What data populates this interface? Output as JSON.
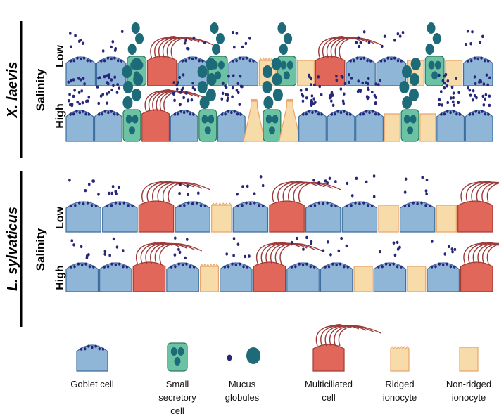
{
  "species": [
    {
      "name": "X. laevis",
      "axis_label": "Salinity",
      "rows": [
        {
          "label": "Low",
          "cells": [
            "goblet",
            "goblet",
            "secretory",
            "multiciliated",
            "goblet",
            "secretory",
            "goblet",
            "ridged",
            "secretory",
            "nonridged",
            "multiciliated",
            "goblet",
            "goblet",
            "nonridged",
            "secretory",
            "nonridged",
            "goblet"
          ],
          "mucus": "low"
        },
        {
          "label": "High",
          "cells": [
            "goblet",
            "goblet",
            "secretory",
            "multiciliated",
            "goblet",
            "secretory",
            "goblet",
            "ridged",
            "secretory",
            "ridged",
            "goblet",
            "goblet",
            "goblet",
            "nonridged",
            "secretory",
            "nonridged",
            "goblet",
            "goblet"
          ],
          "mucus": "high"
        }
      ]
    },
    {
      "name": "L. sylvaticus",
      "axis_label": "Salinity",
      "rows": [
        {
          "label": "Low",
          "cells": [
            "goblet",
            "goblet",
            "multiciliated",
            "goblet",
            "ridged",
            "goblet",
            "multiciliated",
            "goblet",
            "goblet",
            "nonridged",
            "goblet",
            "nonridged",
            "multiciliated"
          ],
          "mucus": "low"
        },
        {
          "label": "High",
          "cells": [
            "goblet",
            "goblet",
            "multiciliated",
            "goblet",
            "ridged",
            "goblet",
            "multiciliated",
            "goblet",
            "goblet",
            "nonridged",
            "goblet",
            "nonridged",
            "goblet",
            "multiciliated"
          ],
          "mucus": "low"
        }
      ]
    }
  ],
  "legend": [
    {
      "type": "goblet",
      "label": [
        "Goblet cell"
      ]
    },
    {
      "type": "secretory",
      "label": [
        "Small",
        "secretory",
        "cell"
      ]
    },
    {
      "type": "mucus",
      "label": [
        "Mucus",
        "globules"
      ]
    },
    {
      "type": "multiciliated",
      "label": [
        "Multiciliated",
        "cell"
      ]
    },
    {
      "type": "ridged",
      "label": [
        "Ridged",
        "ionocyte"
      ]
    },
    {
      "type": "nonridged",
      "label": [
        "Non-ridged",
        "ionocyte"
      ]
    }
  ],
  "colors": {
    "goblet": "#8fb6d6",
    "goblet_stroke": "#3d6e9e",
    "secretory": "#6cc3a3",
    "secretory_stroke": "#2e7a5c",
    "multiciliated": "#e0675a",
    "multiciliated_stroke": "#a23b33",
    "cilia": "#9b3a3a",
    "ionocyte": "#f7dcaa",
    "ionocyte_stroke": "#e9a46c",
    "mucus_small": "#26267a",
    "mucus_large": "#1d6a78"
  }
}
